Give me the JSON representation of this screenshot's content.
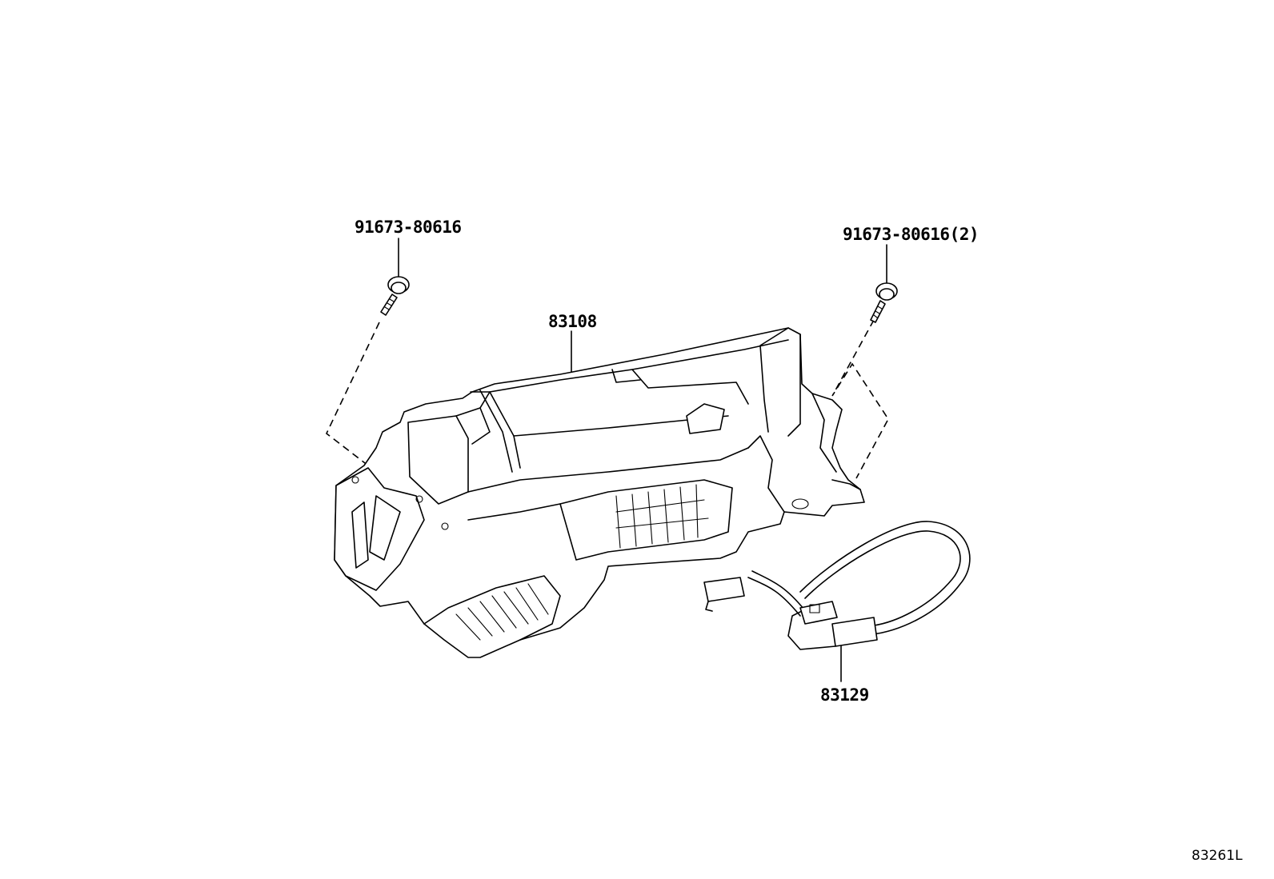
{
  "callouts": {
    "bolt_left": "91673-80616",
    "bolt_right": "91673-80616(2)",
    "main_unit": "83108",
    "wire_harness": "83129"
  },
  "figure_code": "83261L"
}
